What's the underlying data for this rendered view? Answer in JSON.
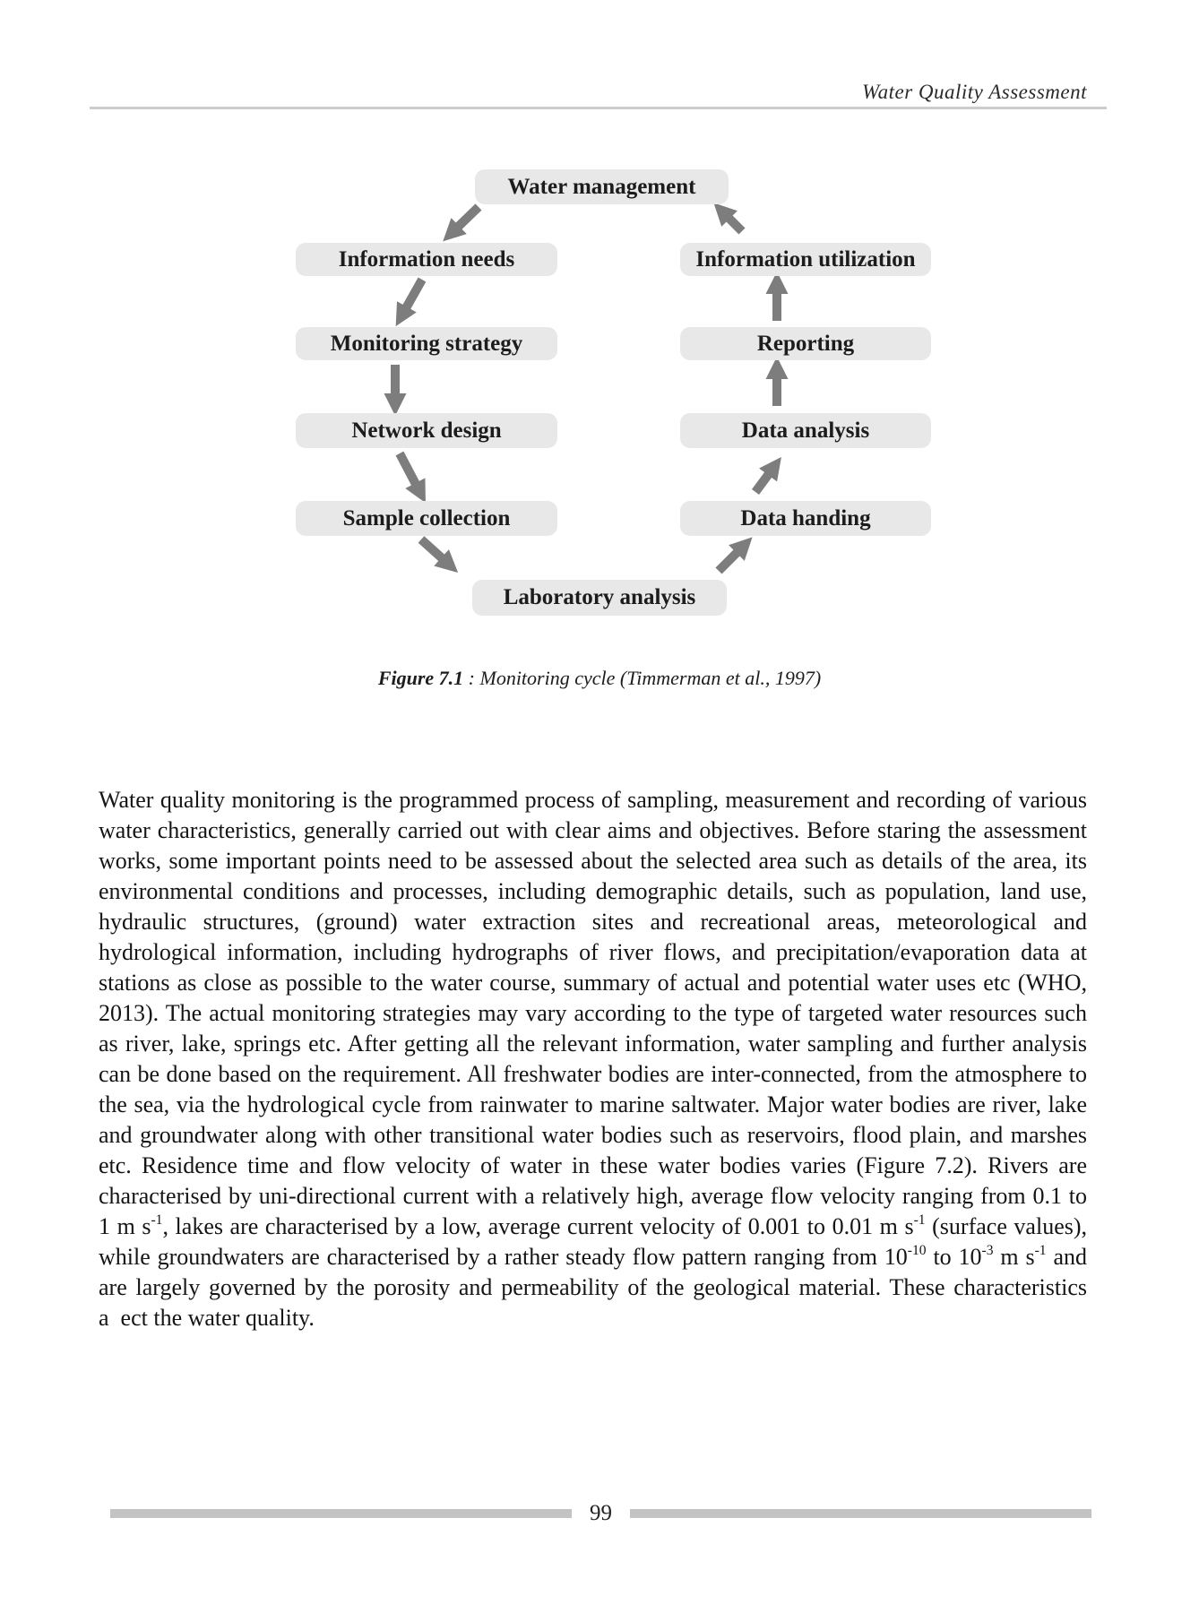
{
  "header": {
    "title": "Water Quality Assessment"
  },
  "figure": {
    "caption_label": "Figure 7.1",
    "caption_rest": " : Monitoring cycle (Timmerman et al., 1997)",
    "nodes": [
      {
        "id": "water-management",
        "label": "Water management"
      },
      {
        "id": "information-needs",
        "label": "Information needs"
      },
      {
        "id": "information-utilization",
        "label": "Information utilization"
      },
      {
        "id": "monitoring-strategy",
        "label": "Monitoring strategy"
      },
      {
        "id": "reporting",
        "label": "Reporting"
      },
      {
        "id": "network-design",
        "label": "Network design"
      },
      {
        "id": "data-analysis",
        "label": "Data analysis"
      },
      {
        "id": "sample-collection",
        "label": "Sample collection"
      },
      {
        "id": "data-handing",
        "label": "Data handing"
      },
      {
        "id": "laboratory-analysis",
        "label": "Laboratory analysis"
      }
    ]
  },
  "body": {
    "runs": [
      {
        "t": "Water quality monitoring is the programmed process of sampling, measurement and recording of various water characteristics, generally carried out with clear aims and objectives. Before staring the assessment works, some important points need to be assessed about the selected area such as details of the area, its environmental conditions and processes, including demographic details, such as population, land use, hydraulic structures, (ground) water extraction sites and recreational areas, meteorological and hydrological information, including hydrographs of river flows, and precipitation/evaporation data at stations as close as possible to the water course, summary of actual and potential water uses etc (WHO, 2013). The actual monitoring strategies may vary according to the type of targeted water resources such as river, lake, springs etc. After getting all the relevant information, water sampling and further analysis can be done based on the requirement. All freshwater bodies are inter-connected, from the atmosphere to the sea, via the hydrological cycle from rainwater to marine saltwater. Major water bodies are river, lake and groundwater along with other transitional water bodies such as reservoirs, flood plain, and marshes etc. Residence time and flow velocity of water in these water bodies varies (Figure 7.2). Rivers are characterised by uni-directional current with a relatively high, average flow velocity ranging from 0.1 to 1 m s"
      },
      {
        "t": "-1",
        "sup": true
      },
      {
        "t": ", lakes are characterised by a low, average current velocity of 0.001 to 0.01 m s"
      },
      {
        "t": "-1",
        "sup": true
      },
      {
        "t": " (surface values), while groundwaters are characterised by a rather steady flow pattern ranging from 10"
      },
      {
        "t": "-10",
        "sup": true
      },
      {
        "t": " to 10"
      },
      {
        "t": "-3",
        "sup": true
      },
      {
        "t": " m s"
      },
      {
        "t": "-1",
        "sup": true
      },
      {
        "t": " and are largely governed by the porosity and permeability of the geological material. These characteristics a  ect the water quality."
      }
    ]
  },
  "footer": {
    "page_number": "99"
  },
  "colors": {
    "box_fill": "#e8e8e8",
    "box_text": "#1c1c1c",
    "arrow": "#7d7d7d",
    "header_rule": "#cccccc",
    "footer_bar": "#c3c3c3",
    "ink": "#141414"
  }
}
